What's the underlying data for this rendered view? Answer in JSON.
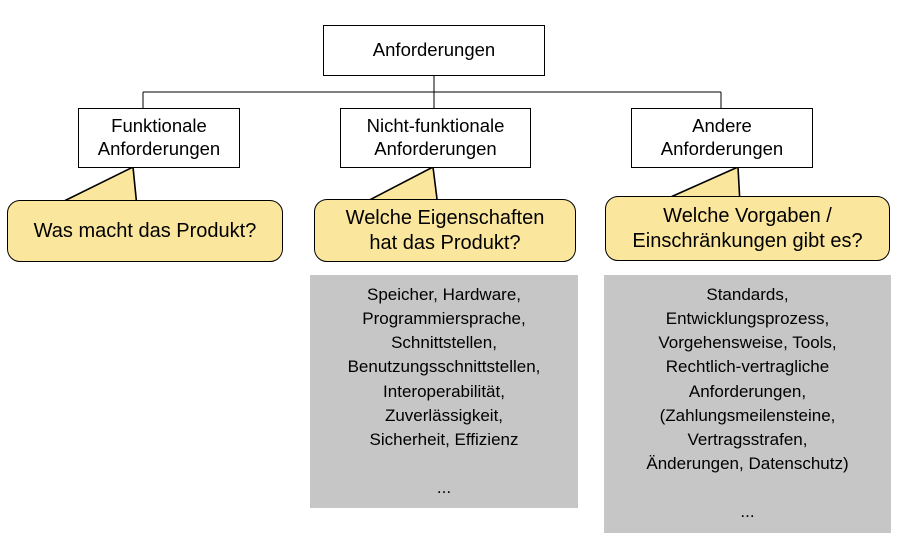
{
  "diagram": {
    "title": "Anforderungen",
    "language": "de",
    "colors": {
      "callout_fill": "#FAE69D",
      "panel_fill": "#C6C6C6",
      "box_fill": "#FFFFFF",
      "stroke": "#000000",
      "background": "#FFFFFF"
    },
    "root": {
      "label": "Anforderungen"
    },
    "branches": [
      {
        "id": "funktionale",
        "box_label": "Funktionale\nAnforderungen",
        "callout_label": "Was macht das Produkt?",
        "detail_label": null
      },
      {
        "id": "nicht-funktionale",
        "box_label": "Nicht-funktionale\nAnforderungen",
        "callout_label": "Welche Eigenschaften\nhat das Produkt?",
        "detail_label": "Speicher, Hardware,\nProgrammiersprache,\nSchnittstellen,\nBenutzungsschnittstellen,\nInteroperabilität,\nZuverlässigkeit,\nSicherheit, Effizienz\n\n..."
      },
      {
        "id": "andere",
        "box_label": "Andere\nAnforderungen",
        "callout_label": "Welche Vorgaben /\nEinschränkungen gibt es?",
        "detail_label": "Standards,\nEntwicklungsprozess,\nVorgehensweise, Tools,\nRechtlich-vertragliche\nAnforderungen,\n(Zahlungsmeilensteine,\nVertragsstrafen,\nÄnderungen, Datenschutz)\n\n..."
      }
    ]
  }
}
